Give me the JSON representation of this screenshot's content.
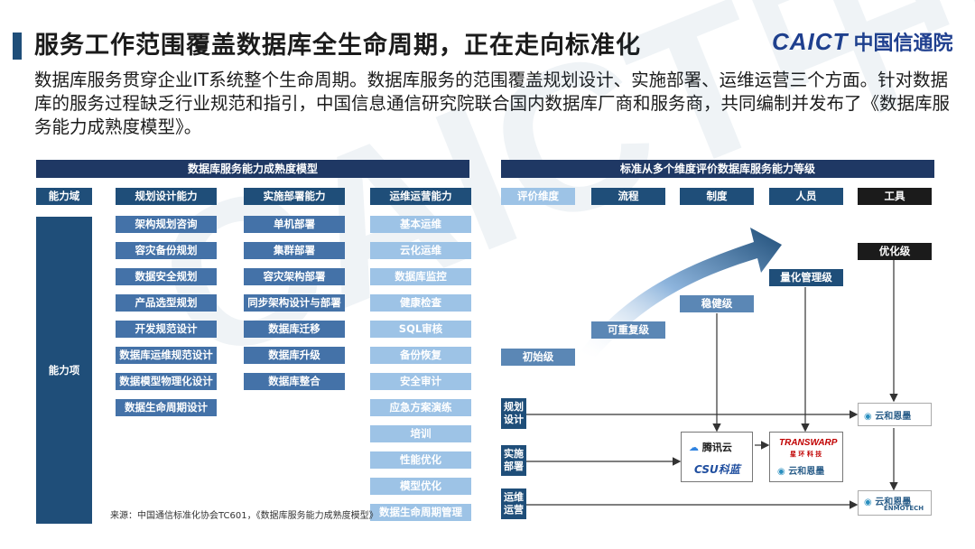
{
  "title": "服务工作范围覆盖数据库全生命周期，正在走向标准化",
  "logo": {
    "en": "CAICT",
    "cn": "中国信通院"
  },
  "intro": "数据库服务贯穿企业IT系统整个生命周期。数据库服务的范围覆盖规划设计、实施部署、运维运营三个方面。针对数据库的服务过程缺乏行业规范和指引，中国信息通信研究院联合国内数据库厂商和服务商，共同编制并发布了《数据库服务能力成熟度模型》。",
  "watermark": "CAICT中国信通院",
  "left_panel": {
    "header": "数据库服务能力成熟度模型",
    "domain_label": "能力域",
    "items_label": "能力项",
    "columns": [
      {
        "title": "规划设计能力",
        "items": [
          "架构规划咨询",
          "容灾备份规划",
          "数据安全规划",
          "产品选型规划",
          "开发规范设计",
          "数据库运维规范设计",
          "数据模型物理化设计",
          "数据生命周期设计"
        ]
      },
      {
        "title": "实施部署能力",
        "items": [
          "单机部署",
          "集群部署",
          "容灾架构部署",
          "同步架构设计与部署",
          "数据库迁移",
          "数据库升级",
          "数据库整合"
        ]
      },
      {
        "title": "运维运营能力",
        "items": [
          "基本运维",
          "云化运维",
          "数据库监控",
          "健康检查",
          "SQL审核",
          "备份恢复",
          "安全审计",
          "应急方案演练",
          "培训",
          "性能优化",
          "模型优化",
          "数据生命周期管理"
        ]
      }
    ],
    "source": "来源：中国通信标准化协会TC601，《数据库服务能力成熟度模型》"
  },
  "right_panel": {
    "header": "标准从多个维度评价数据库服务能力等级",
    "dimensions": [
      "评价维度",
      "流程",
      "制度",
      "人员",
      "工具"
    ],
    "levels": [
      "初始级",
      "可重复级",
      "稳健级",
      "量化管理级",
      "优化级"
    ],
    "phases": [
      "规划设计",
      "实施部署",
      "运维运营"
    ],
    "vendors": {
      "tencent": "腾讯云",
      "csu": "CSU科蓝",
      "transwarp": "TRANSWARP",
      "transwarp_cn": "星 环 科 技",
      "enmo_cn": "云和恩墨",
      "enmo_en": "ENMOTECH"
    },
    "colors": {
      "dark": "#1f4e79",
      "navy": "#1f3864",
      "light": "#9dc3e6",
      "accent_red": "#c00000"
    }
  }
}
